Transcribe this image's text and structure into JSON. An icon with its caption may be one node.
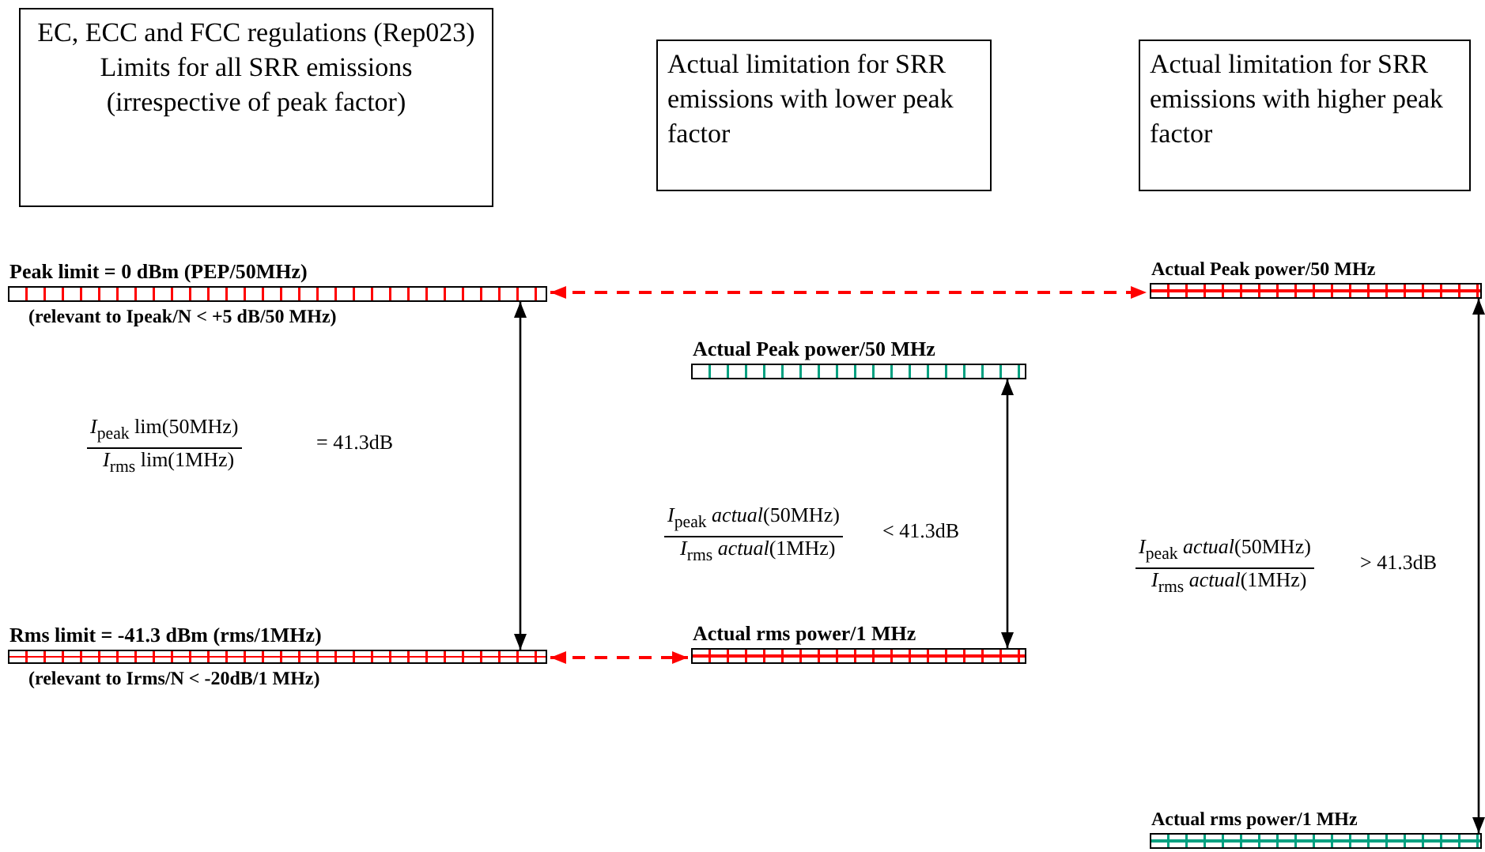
{
  "diagram": {
    "nodes": [
      {
        "text": [
          "EC, ECC and FCC regulations (Rep023) Limits for all SRR emissions (irrespective of peak factor)"
        ]
      },
      {
        "text": [
          "Actual limitation for SRR emissions with lower peak factor"
        ]
      },
      {
        "text": [
          "Actual limitation for SRR emissions with higher peak factor"
        ]
      },
      {
        "text": [
          "Peak limit = 0 dBm (PEP/50MHz)"
        ],
        "beside": [
          "(relevant to Ipeak/N < +5 dB/50 MHz)"
        ]
      },
      {
        "text": [
          "Rms limit = -41.3 dBm (rms/1MHz)"
        ],
        "beside": [
          "(relevant to Irms/N < -20dB/1 MHz)"
        ]
      },
      {
        "text": [
          "Actual Peak power/50 MHz"
        ]
      },
      {
        "text": [
          "Actual rms power/1 MHz"
        ]
      },
      {
        "text": [
          "Actual Peak power/50 MHz"
        ]
      },
      {
        "text": [
          "Actual rms power/1 MHz"
        ]
      }
    ],
    "edges": [
      {
        "from": 3,
        "to": 7,
        "arrow": "both",
        "style": "dashed",
        "color": "#ff0000"
      },
      {
        "from": 4,
        "to": 6,
        "arrow": "both",
        "style": "dashed",
        "color": "#ff0000"
      },
      {
        "from": 3,
        "to": 4,
        "arrow": "both"
      },
      {
        "from": 5,
        "to": 6,
        "arrow": "both"
      },
      {
        "from": 7,
        "to": 8,
        "arrow": "both"
      }
    ],
    "labels": [
      "*I*$_{peak}$ lim(50MHz)",
      "*I*$_{rms}$ lim(1MHz)",
      "= 41.3dB",
      "*I*$_{peak}$ *actual*(50MHz)",
      "*I*$_{rms}$ *actual*(1MHz)",
      "< 41.3dB",
      "*I*$_{peak}$ *actual*(50MHz)",
      "*I*$_{rms}$ *actual*(1MHz)",
      "> 41.3dB"
    ]
  }
}
